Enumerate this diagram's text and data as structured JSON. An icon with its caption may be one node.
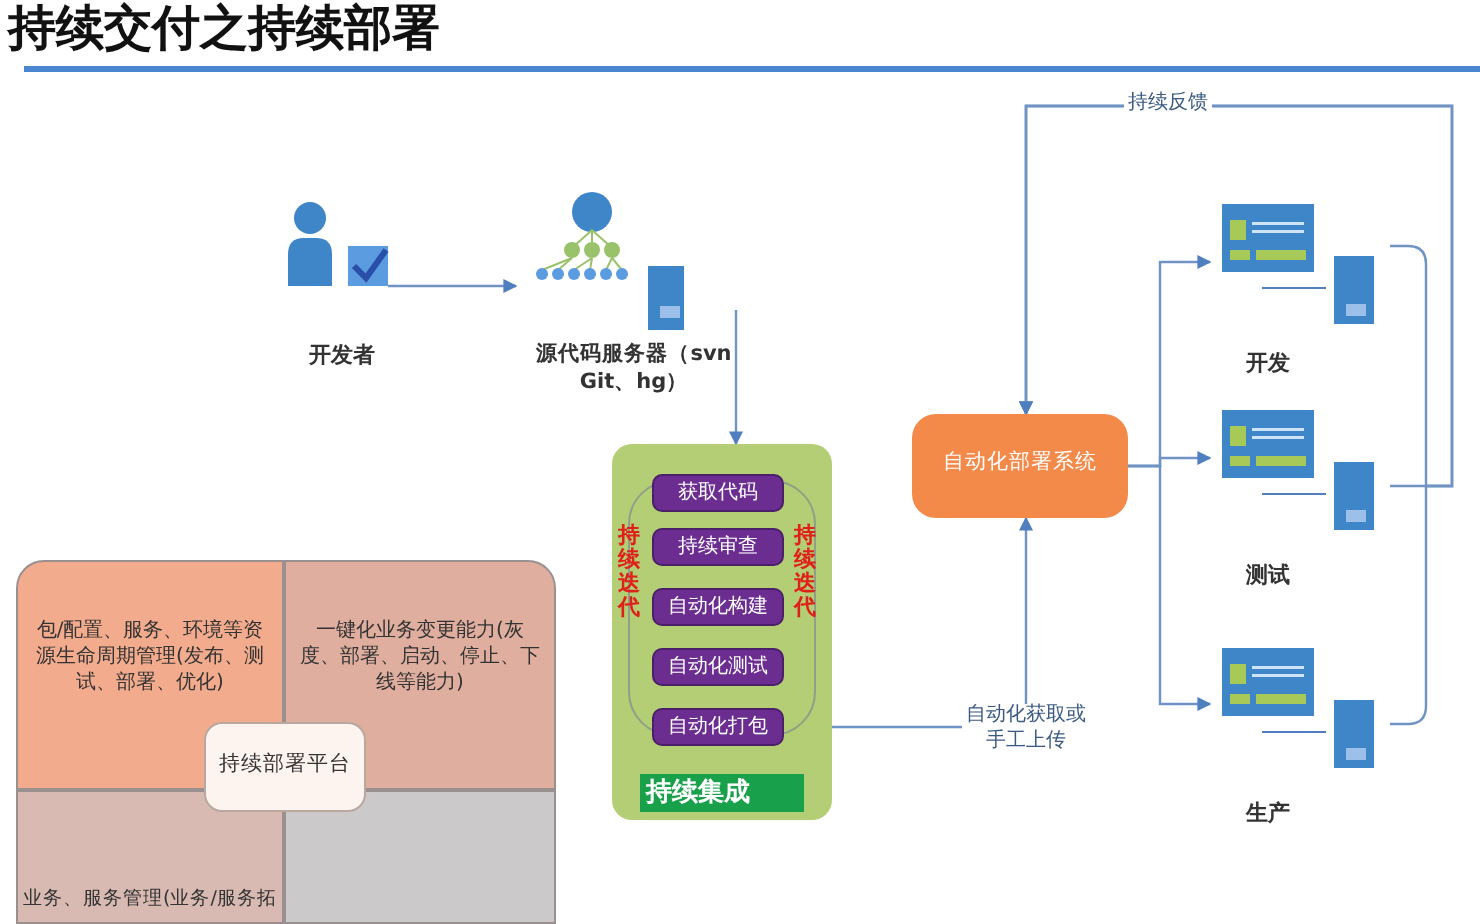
{
  "diagram": {
    "title": "持续交付之持续部署",
    "nodes": [
      {
        "text": [
          "开发者"
        ]
      },
      {
        "text": [
          "源代码服务器（svn Git、hg）"
        ]
      },
      {
        "text": [
          "持续集成"
        ]
      },
      {
        "text": [
          "获取代码"
        ],
        "in": 2
      },
      {
        "text": [
          "持续审查"
        ],
        "in": 2
      },
      {
        "text": [
          "自动化构建"
        ],
        "in": 2
      },
      {
        "text": [
          "自动化测试"
        ],
        "in": 2
      },
      {
        "text": [
          "自动化打包"
        ],
        "in": 2
      },
      {
        "text": [
          "自动化部署系统"
        ]
      },
      {
        "text": [
          "开发"
        ]
      },
      {
        "text": [
          "测试"
        ]
      },
      {
        "text": [
          "生产"
        ]
      },
      {
        "text": [
          "包/配置、服务、环境等资源生命周期管理(发布、测试、部署、优化)"
        ]
      },
      {
        "text": [
          "一键化业务变更能力(灰度、部署、启动、停止、下线等能力)"
        ]
      },
      {
        "text": [
          "业务、服务管理(业务/服务拓"
        ]
      },
      {
        "text": [],
        "shape": "box"
      },
      {
        "text": [
          "持续部署平台"
        ]
      }
    ],
    "edges": [
      {
        "from": 0,
        "to": 1,
        "arrow": "to"
      },
      {
        "from": 1,
        "to": 2,
        "arrow": "to"
      },
      {
        "from": 7,
        "to": 8,
        "arrow": "to",
        "label": "自动化获取或手工上传"
      },
      {
        "from": 8,
        "to": 9,
        "arrow": "to"
      },
      {
        "from": 8,
        "to": 10,
        "arrow": "to"
      },
      {
        "from": 8,
        "to": 11,
        "arrow": "to"
      },
      {
        "from": 9,
        "to": 8,
        "arrow": "to",
        "label": "持续反馈"
      },
      {
        "from": 10,
        "to": 8,
        "arrow": "to"
      },
      {
        "from": 11,
        "to": 8,
        "arrow": "to"
      }
    ],
    "labels": [
      "持续迭代",
      "持续迭代"
    ]
  }
}
